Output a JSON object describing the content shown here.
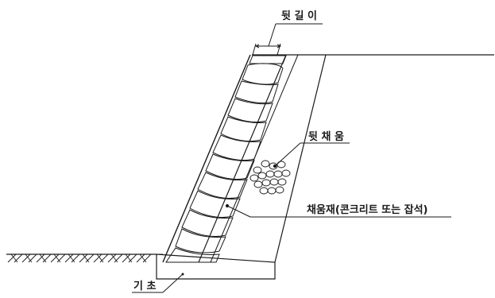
{
  "labels": {
    "back_length": "뒷 길 이",
    "backfill": "뒷 채 움",
    "fill_material": "채움재(콘크리트 또는 잡석)",
    "foundation": "기 초"
  },
  "colors": {
    "line": "#1a1a1a",
    "background": "#ffffff"
  }
}
